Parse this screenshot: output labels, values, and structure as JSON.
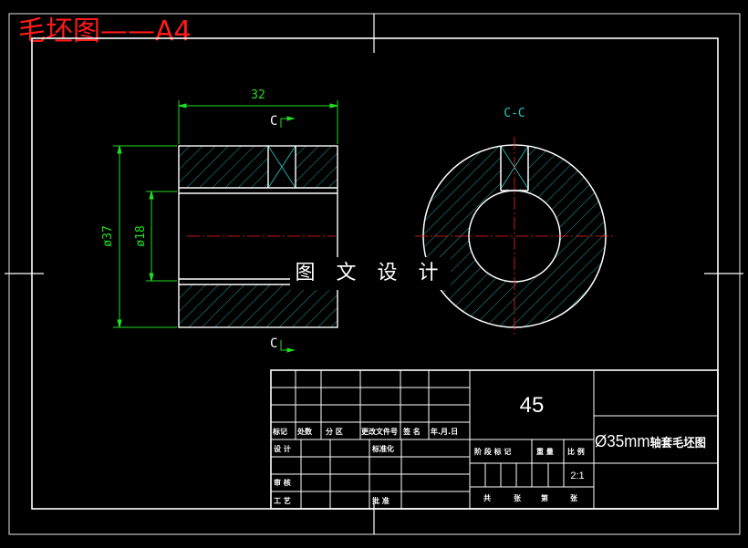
{
  "header": {
    "title": "毛坯图——A4"
  },
  "watermark": {
    "text": "图 文 设 计"
  },
  "drawing": {
    "dim_length": "32",
    "dim_outer_dia": "ø37",
    "dim_inner_dia": "ø18",
    "section_label": "C-C",
    "section_mark_top": "C",
    "section_mark_bottom": "C"
  },
  "title_block": {
    "material": "45",
    "part_name": "Ø35mm",
    "part_name_suffix": "轴套毛坯图",
    "scale": "2:1",
    "rev_headers": [
      "标记",
      "处数",
      "分 区",
      "更改文件号",
      "签 名",
      "年.月.日"
    ],
    "sign_labels": [
      "设 计",
      "标准化",
      "审 核",
      "工 艺",
      "批 准"
    ],
    "info_labels": [
      "阶 段 标 记",
      "重 量",
      "比 例"
    ],
    "sheet_labels": [
      "共",
      "张",
      "第",
      "张"
    ]
  }
}
